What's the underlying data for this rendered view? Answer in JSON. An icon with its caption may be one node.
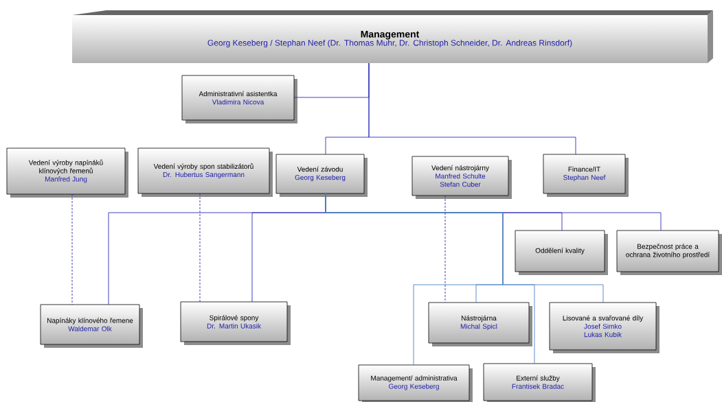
{
  "diagram": {
    "nodes": [
      {
        "text": [
          "Management",
          "Georg Keseberg / Stephan Neef (Dr. Thomas Muhr, Dr. Christoph Schneider, Dr. Andreas Rinsdorf)"
        ]
      },
      {
        "text": [
          "Administrativní asistentka",
          "Vladimira Nicova"
        ]
      },
      {
        "text": [
          "Vedení výroby napínáků klínových řemenů",
          "Manfred Jung"
        ]
      },
      {
        "text": [
          "Vedení výroby spon stabilizátorů",
          "Dr. Hubertus Sangermann"
        ]
      },
      {
        "text": [
          "Vedení závodu",
          "Georg Keseberg"
        ]
      },
      {
        "text": [
          "Vedení nástrojárny",
          "Manfred Schulte",
          "Stefan Cuber"
        ]
      },
      {
        "text": [
          "Finance/IT",
          "Stephan Neef"
        ]
      },
      {
        "text": [
          "Oddělení kvality"
        ]
      },
      {
        "text": [
          "Bezpečnost práce a ochrana životního prostředí"
        ]
      },
      {
        "text": [
          "Napínáky klínového řemene",
          "Waldemar Olk"
        ]
      },
      {
        "text": [
          "Spirálové spony",
          "Dr. Martin Ukasik"
        ]
      },
      {
        "text": [
          "Nástrojárna",
          "Michal Spicl"
        ]
      },
      {
        "text": [
          "Lisované a svařované díly",
          "Josef Simko",
          "Lukas Kubik"
        ]
      },
      {
        "text": [
          "Management/ administrativa",
          "Georg Keseberg"
        ]
      },
      {
        "text": [
          "Externí služby",
          "Frantisek Bradac"
        ]
      }
    ],
    "edges": [
      {
        "from": 0,
        "to": 1,
        "arrow": "none"
      },
      {
        "from": 0,
        "to": 4,
        "arrow": "none"
      },
      {
        "from": 0,
        "to": 6,
        "arrow": "none"
      },
      {
        "from": 4,
        "to": 9,
        "arrow": "none"
      },
      {
        "from": 4,
        "to": 10,
        "arrow": "none"
      },
      {
        "from": 4,
        "to": 7,
        "arrow": "none"
      },
      {
        "from": 4,
        "to": 8,
        "arrow": "none"
      },
      {
        "from": 4,
        "to": 13,
        "arrow": "none",
        "color": "#4f81bd"
      },
      {
        "from": 4,
        "to": 11,
        "arrow": "none",
        "color": "#4f81bd"
      },
      {
        "from": 4,
        "to": 14,
        "arrow": "none",
        "color": "#4f81bd"
      },
      {
        "from": 4,
        "to": 12,
        "arrow": "none",
        "color": "#4f81bd"
      },
      {
        "from": 2,
        "to": 9,
        "arrow": "none",
        "style": "dashed"
      },
      {
        "from": 3,
        "to": 10,
        "arrow": "none",
        "style": "dashed"
      },
      {
        "from": 5,
        "to": 11,
        "arrow": "none",
        "style": "dashed"
      }
    ]
  }
}
